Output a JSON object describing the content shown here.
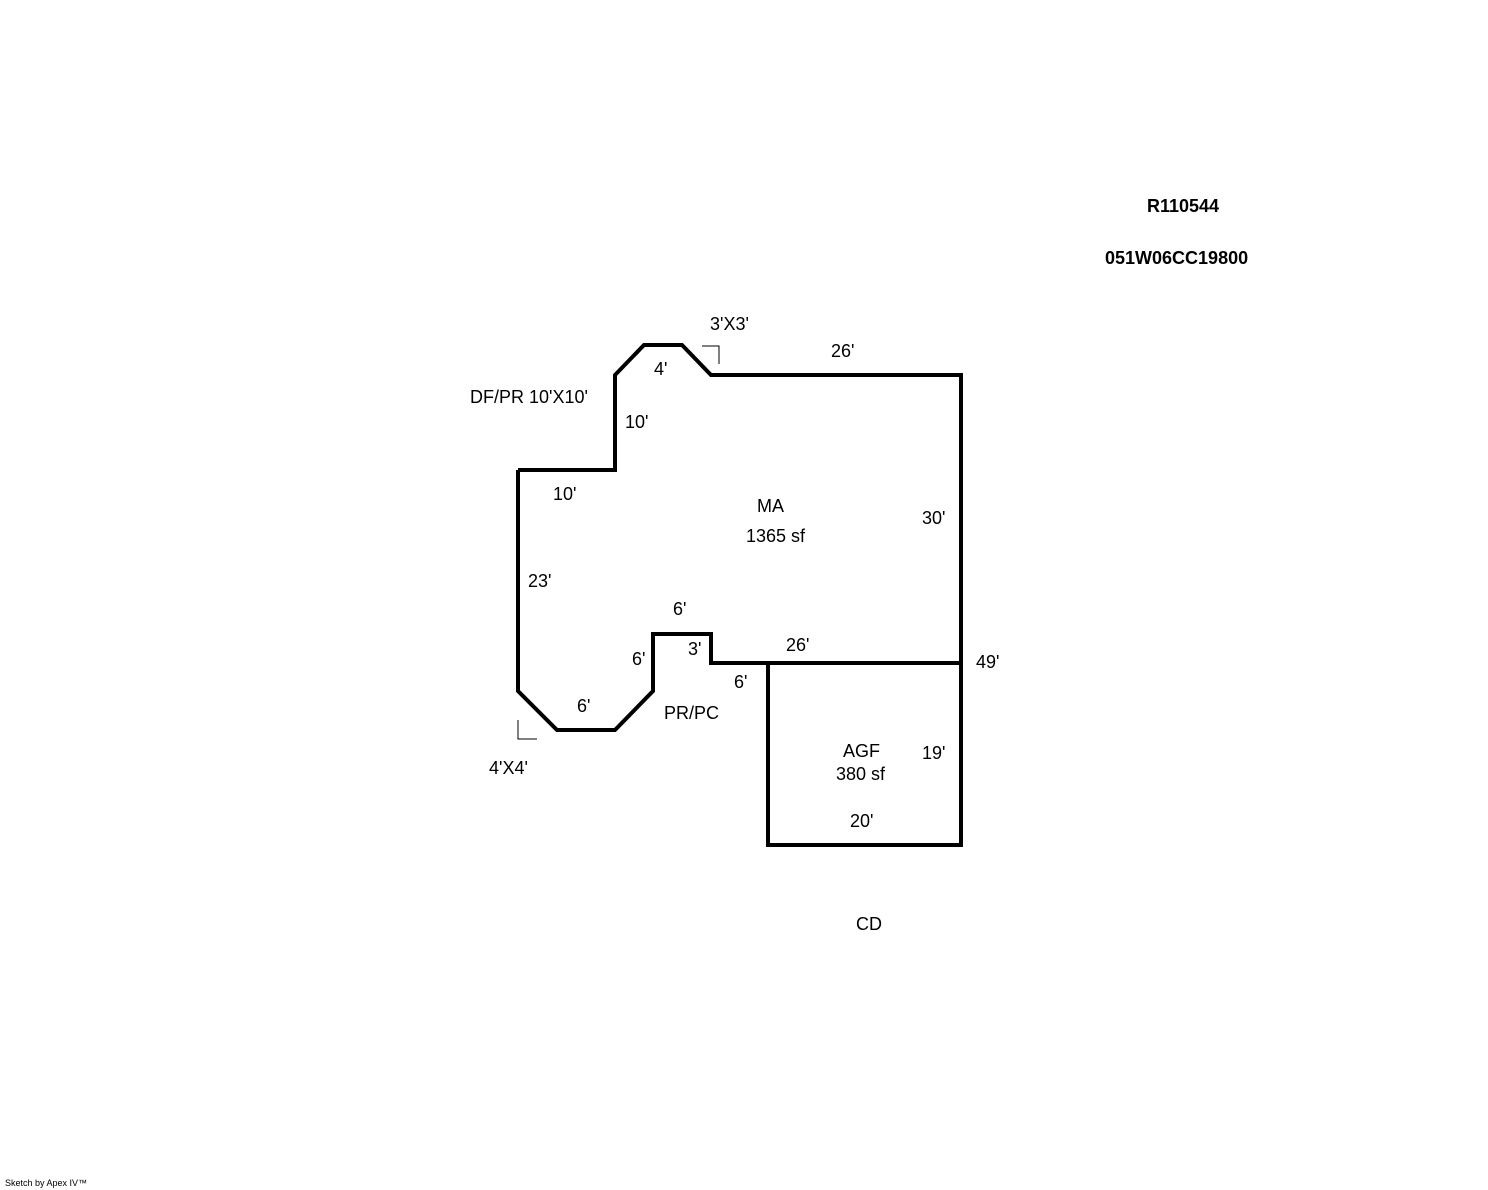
{
  "header": {
    "parcel_id": "R110544",
    "map_number": "051W06CC19800"
  },
  "areas": {
    "main": {
      "code": "MA",
      "area": "1365 sf"
    },
    "garage": {
      "code": "AGF",
      "area": "380 sf"
    }
  },
  "labels": {
    "deck": "DF/PR 10'X10'",
    "bay_top": "3'X3'",
    "bay_bottom": "4'X4'",
    "porch": "PR/PC",
    "cd": "CD"
  },
  "dimensions": {
    "top_bay": "4'",
    "top_right": "26'",
    "left_upper_vertical": "10'",
    "left_step": "10'",
    "left_vertical": "23'",
    "right_upper": "30'",
    "right_total": "49'",
    "porch_top": "6'",
    "porch_left": "6'",
    "porch_notch": "3'",
    "porch_right": "6'",
    "bottom_bay": "6'",
    "middle": "26'",
    "garage_right": "19'",
    "garage_bottom": "20'"
  },
  "footer": {
    "credit": "Sketch by Apex IV™"
  },
  "colors": {
    "line": "#000000",
    "background": "#ffffff"
  }
}
